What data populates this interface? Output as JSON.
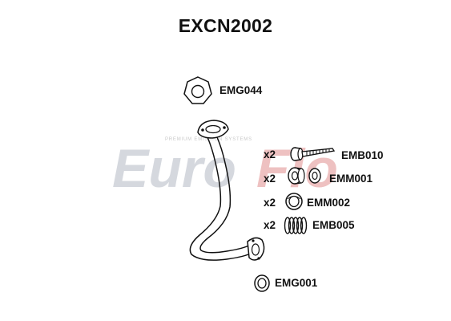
{
  "title": "EXCN2002",
  "watermark": {
    "brand_prefix": "Euro",
    "brand_suffix": "Flo",
    "tagline": "PREMIUM EMISSION SYSTEMS",
    "brand_colors": {
      "gray": "#c8ccd4",
      "red": "#e8a8a8"
    }
  },
  "parts": [
    {
      "code": "EMG044",
      "qty": "",
      "icon": "three-bolt-gasket-icon"
    },
    {
      "code": "EMB010",
      "qty": "x2",
      "icon": "bolt-icon"
    },
    {
      "code": "EMM001",
      "qty": "x2",
      "icon": "bush-mount-icon"
    },
    {
      "code": "EMM002",
      "qty": "x2",
      "icon": "ring-mount-icon"
    },
    {
      "code": "EMB005",
      "qty": "x2",
      "icon": "spring-icon"
    },
    {
      "code": "EMG001",
      "qty": "",
      "icon": "ring-gasket-icon"
    }
  ],
  "main_part": {
    "icon": "exhaust-front-pipe-icon"
  }
}
